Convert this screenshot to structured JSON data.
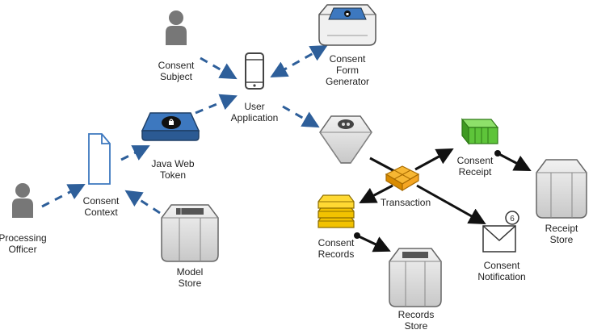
{
  "nodes": {
    "consent_subject": {
      "label": "Consent\nSubject",
      "icon": "person-icon"
    },
    "user_application": {
      "label": "User\nApplication",
      "icon": "mobile-phone-icon"
    },
    "consent_form_generator": {
      "label": "Consent\nForm\nGenerator",
      "icon": "generator-box-icon"
    },
    "java_web_token": {
      "label": "Java Web\nToken",
      "icon": "token-lock-icon"
    },
    "consent_context": {
      "label": "Consent\nContext",
      "icon": "document-icon"
    },
    "processing_officer": {
      "label": "Processing\nOfficer",
      "icon": "person-icon"
    },
    "model_store": {
      "label": "Model\nStore",
      "icon": "storage-icon"
    },
    "gateway": {
      "label": "",
      "icon": "gateway-icon"
    },
    "consent_receipt": {
      "label": "Consent\nReceipt",
      "icon": "green-bar-icon"
    },
    "receipt_store": {
      "label": "Receipt\nStore",
      "icon": "storage-icon"
    },
    "transaction": {
      "label": "Transaction",
      "icon": "transaction-icon"
    },
    "consent_records": {
      "label": "Consent\nRecords",
      "icon": "gold-bars-icon"
    },
    "records_store": {
      "label": "Records\nStore",
      "icon": "storage-icon"
    },
    "consent_notification": {
      "label": "Consent\nNotification",
      "icon": "envelope-icon"
    }
  },
  "edges": [
    {
      "from": "consent_subject",
      "to": "user_application",
      "style": "dashed"
    },
    {
      "from": "consent_form_generator",
      "to": "user_application",
      "style": "dashed",
      "bidirectional": true
    },
    {
      "from": "java_web_token",
      "to": "user_application",
      "style": "dashed"
    },
    {
      "from": "consent_context",
      "to": "java_web_token",
      "style": "dashed"
    },
    {
      "from": "processing_officer",
      "to": "consent_context",
      "style": "dashed"
    },
    {
      "from": "model_store",
      "to": "consent_context",
      "style": "dashed"
    },
    {
      "from": "user_application",
      "to": "gateway",
      "style": "dashed"
    },
    {
      "from": "gateway",
      "to": "transaction",
      "style": "solid"
    },
    {
      "from": "transaction",
      "to": "consent_receipt",
      "style": "solid"
    },
    {
      "from": "transaction",
      "to": "consent_records",
      "style": "solid"
    },
    {
      "from": "transaction",
      "to": "consent_notification",
      "style": "solid"
    },
    {
      "from": "consent_receipt",
      "to": "receipt_store",
      "style": "solid"
    },
    {
      "from": "consent_records",
      "to": "records_store",
      "style": "solid"
    }
  ],
  "colors": {
    "dashed_arrow": "#2e5f9a",
    "solid_arrow": "#111111",
    "token_blue": "#3d78bf",
    "store_gray": "#d6d6d6",
    "gold": "#f2c200",
    "orange": "#f5a623",
    "green": "#5ec43a"
  }
}
